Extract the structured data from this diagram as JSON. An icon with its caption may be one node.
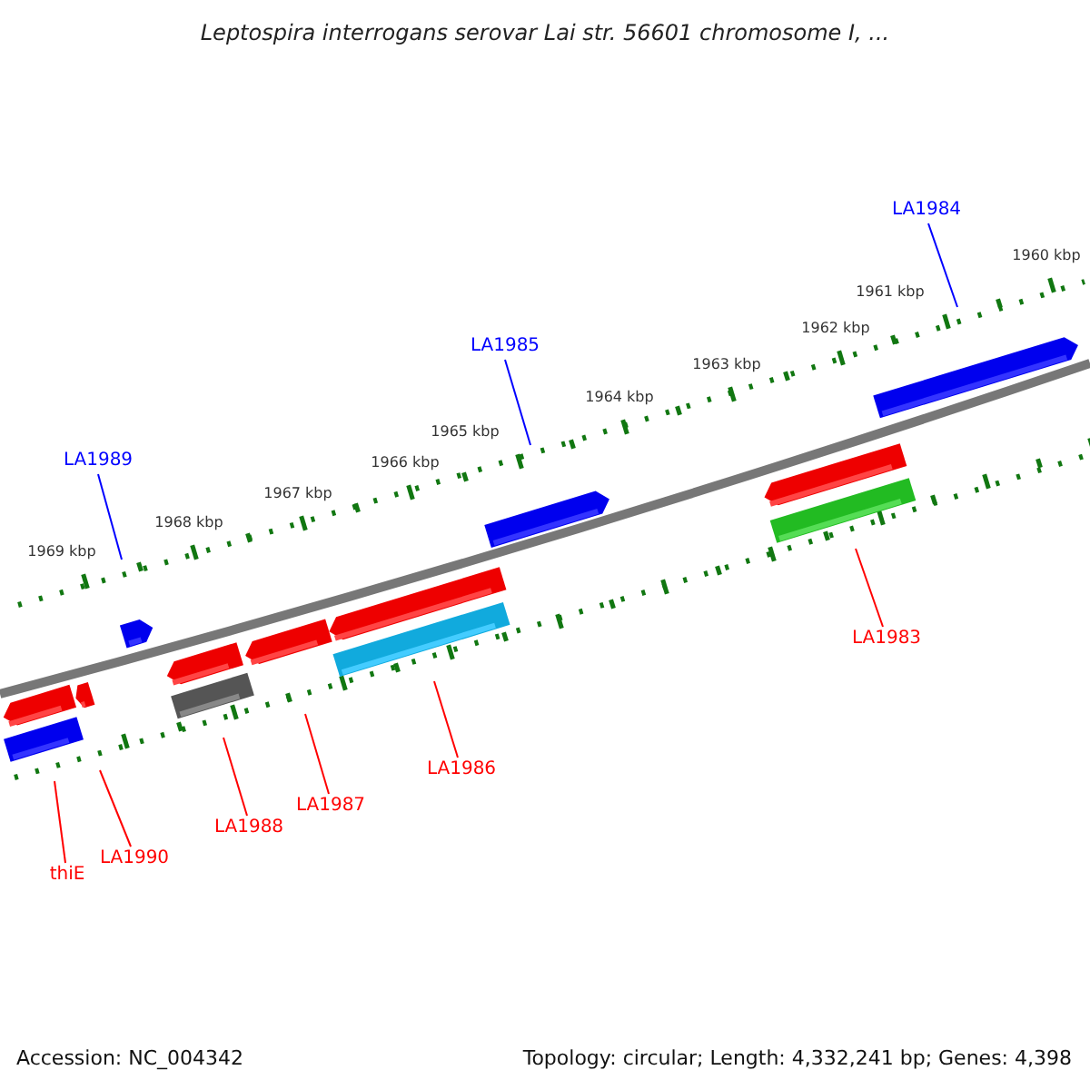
{
  "diagram": {
    "title": "Leptospira interrogans serovar Lai str. 56601 chromosome I, ...",
    "nodes": [
      {
        "text": [
          "LA1984"
        ]
      },
      {
        "text": [
          "LA1985"
        ]
      },
      {
        "text": [
          "LA1989"
        ]
      },
      {
        "text": [
          "LA1983"
        ]
      },
      {
        "text": [
          "LA1986"
        ]
      },
      {
        "text": [
          "LA1987"
        ]
      },
      {
        "text": [
          "LA1988"
        ]
      },
      {
        "text": [
          "LA1990"
        ]
      },
      {
        "text": [
          "thiE"
        ]
      }
    ],
    "edges": [
      {
        "from": 0,
        "to": null,
        "arrow": "none",
        "color": "#0000ff"
      },
      {
        "from": 1,
        "to": null,
        "arrow": "none",
        "color": "#0000ff"
      },
      {
        "from": 2,
        "to": null,
        "arrow": "none",
        "color": "#0000ff"
      },
      {
        "from": 3,
        "to": null,
        "arrow": "none"
      },
      {
        "from": 4,
        "to": null,
        "arrow": "none"
      },
      {
        "from": 5,
        "to": null,
        "arrow": "none"
      },
      {
        "from": 6,
        "to": null,
        "arrow": "none"
      },
      {
        "from": 7,
        "to": null,
        "arrow": "none"
      },
      {
        "from": 8,
        "to": null,
        "arrow": "none"
      }
    ],
    "labels": [
      "1960 kbp",
      "1961 kbp",
      "1962 kbp",
      "1963 kbp",
      "1964 kbp",
      "1965 kbp",
      "1966 kbp",
      "1967 kbp",
      "1968 kbp",
      "1969 kbp",
      "Accession: NC_004342",
      "Topology: circular; Length: 4,332,241 bp; Genes: 4,398"
    ]
  }
}
